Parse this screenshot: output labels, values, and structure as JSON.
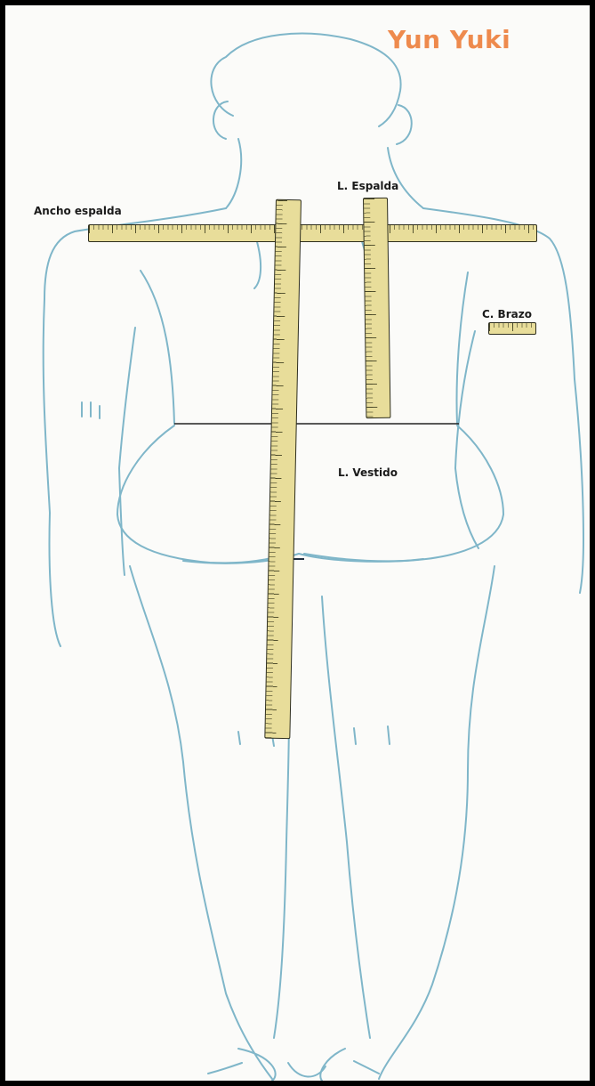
{
  "brand": {
    "name": "Yun Yuki"
  },
  "labels": {
    "shoulder_width": "Ancho espalda",
    "back_length": "L. Espalda",
    "arm_circumference": "C. Brazo",
    "dress_length": "L. Vestido"
  },
  "colors": {
    "background": "#fbfbf9",
    "outline": "#7fb6c9",
    "tape_fill": "#e8dd9a",
    "tape_edge": "#2e2e1e",
    "brand_orange": "#ee8a4d",
    "frame": "#000000"
  }
}
